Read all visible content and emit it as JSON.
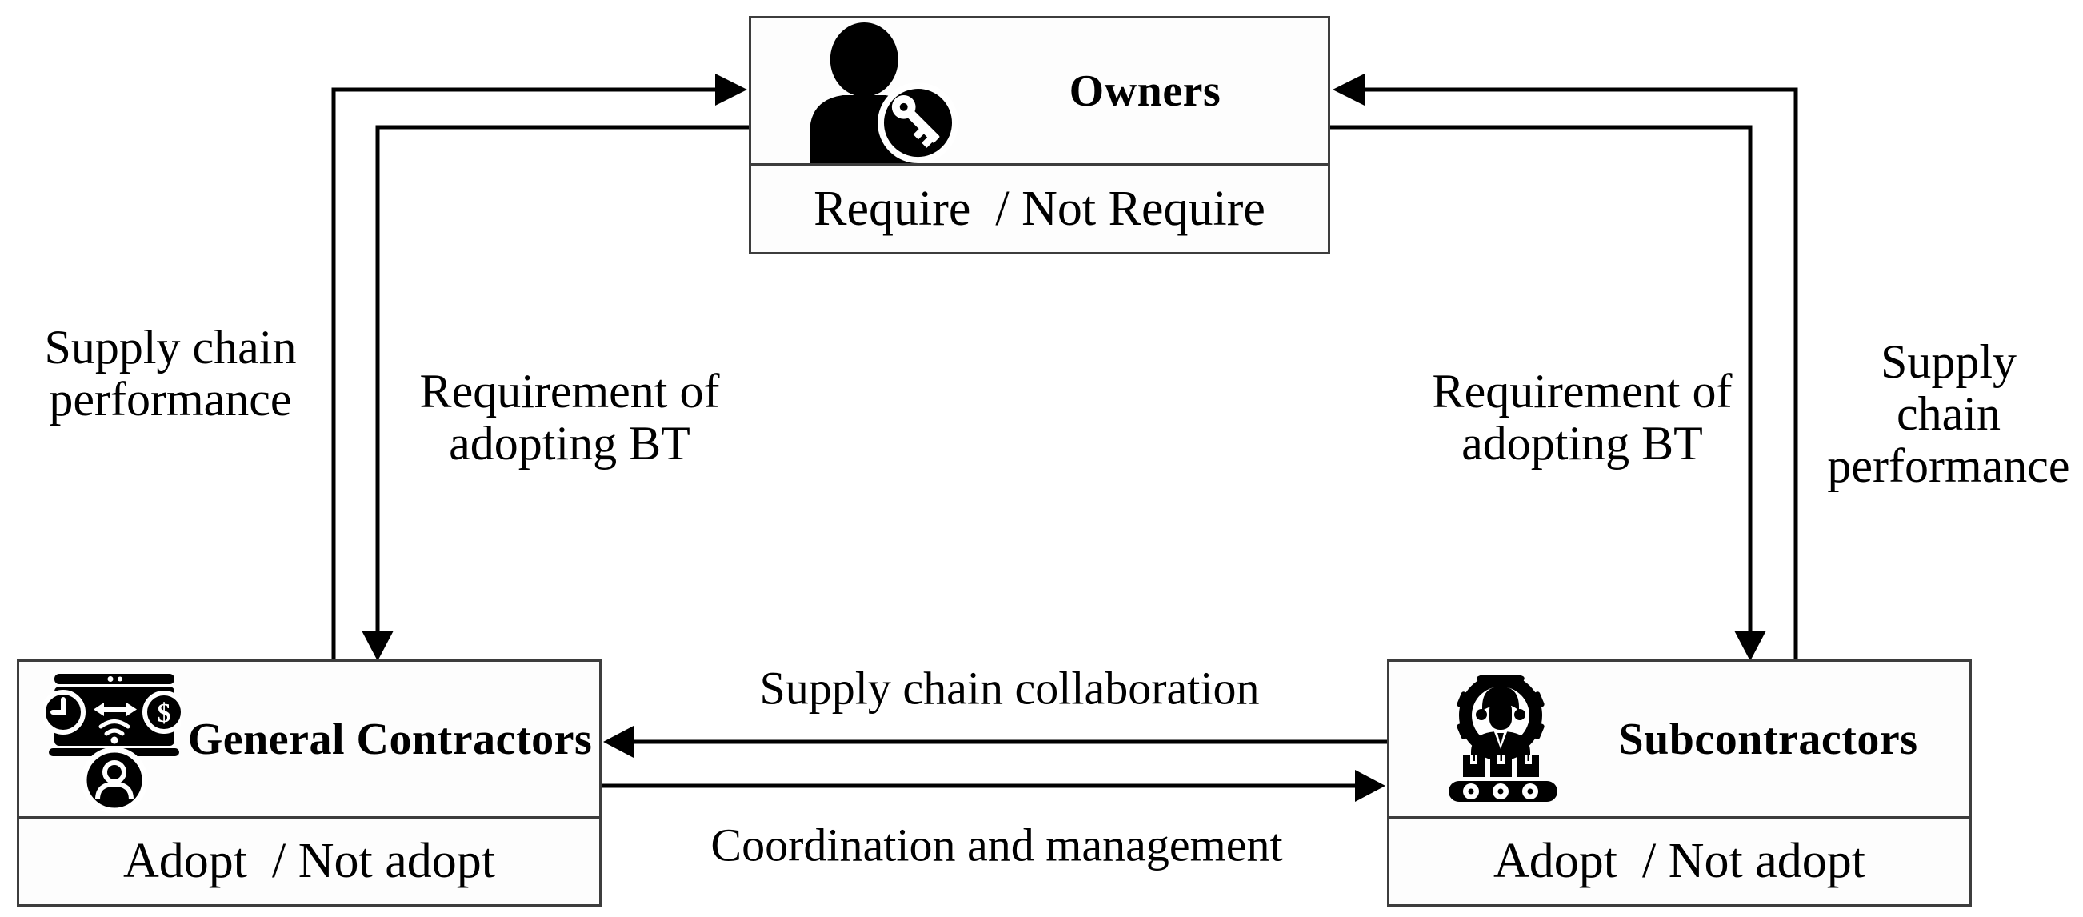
{
  "canvas": {
    "background": "#ffffff",
    "arrow_color": "#000000",
    "box_border_color": "#3d3d3d",
    "text_color": "#000000"
  },
  "boxes": {
    "owners": {
      "title": "Owners",
      "decision": "Require  / Not Require",
      "icon": "owner-with-key-icon"
    },
    "general_contractors": {
      "title": "General Contractors",
      "decision": "Adopt  / Not adopt",
      "icon": "contractor-dashboard-icon"
    },
    "subcontractors": {
      "title": "Subcontractors",
      "decision": "Adopt  / Not adopt",
      "icon": "worker-gear-conveyor-icon"
    }
  },
  "arrow_labels": {
    "left_supply_chain_performance": "Supply chain\nperformance",
    "left_requirement_of_adopting_bt": "Requirement of\nadopting BT",
    "right_requirement_of_adopting_bt": "Requirement of\nadopting BT",
    "right_supply_chain_performance": "Supply chain\nperformance",
    "supply_chain_collaboration": "Supply chain collaboration",
    "coordination_and_management": "Coordination and management"
  }
}
